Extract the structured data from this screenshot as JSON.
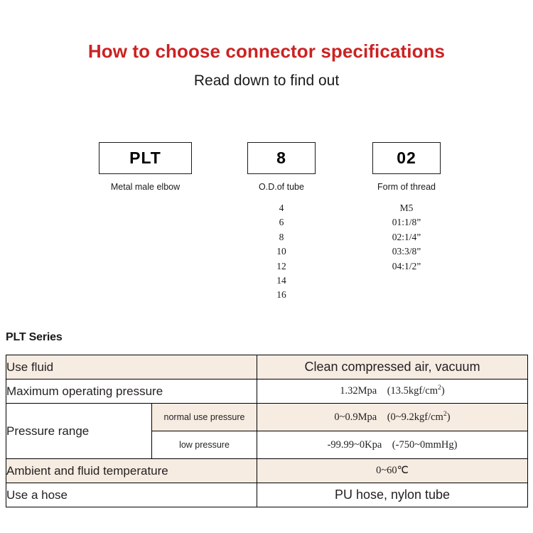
{
  "header": {
    "title": "How to choose connector specifications",
    "subtitle": "Read down to find out",
    "title_color": "#cc2222"
  },
  "code_breakdown": {
    "groups": [
      {
        "name": "series-code",
        "code": "PLT",
        "caption": "Metal male elbow",
        "options": []
      },
      {
        "name": "od-code",
        "code": "8",
        "caption": "O.D.of tube",
        "options": [
          "4",
          "6",
          "8",
          "10",
          "12",
          "14",
          "16"
        ]
      },
      {
        "name": "thread-code",
        "code": "02",
        "caption": "Form of thread",
        "options": [
          "M5",
          "01:1/8”",
          "02:1/4”",
          "03:3/8”",
          "04:1/2”"
        ]
      }
    ]
  },
  "spec": {
    "series_label": "PLT Series",
    "tint_color": "#f6ece2",
    "rows": [
      {
        "label": "Use fluid",
        "sub": null,
        "value": "Clean compressed air, vacuum",
        "value_sup": null,
        "value_tail": null,
        "tint": true,
        "big": true
      },
      {
        "label": "Maximum operating pressure",
        "sub": null,
        "value": "1.32Mpa (13.5kgf/cm",
        "value_sup": "2",
        "value_tail": ")",
        "tint": false,
        "big": false
      },
      {
        "label": "Pressure range",
        "sub": "normal use pressure",
        "value": "0~0.9Mpa (0~9.2kgf/cm",
        "value_sup": "2",
        "value_tail": ")",
        "tint": true,
        "big": false
      },
      {
        "label": "",
        "sub": "low pressure",
        "value": "-99.99~0Kpa (-750~0mmHg)",
        "value_sup": null,
        "value_tail": null,
        "tint": false,
        "big": false
      },
      {
        "label": "Ambient and fluid temperature",
        "sub": null,
        "value": "0~60℃",
        "value_sup": null,
        "value_tail": null,
        "tint": true,
        "big": false
      },
      {
        "label": "Use a hose",
        "sub": null,
        "value": "PU hose, nylon tube",
        "value_sup": null,
        "value_tail": null,
        "tint": false,
        "big": true
      }
    ]
  }
}
